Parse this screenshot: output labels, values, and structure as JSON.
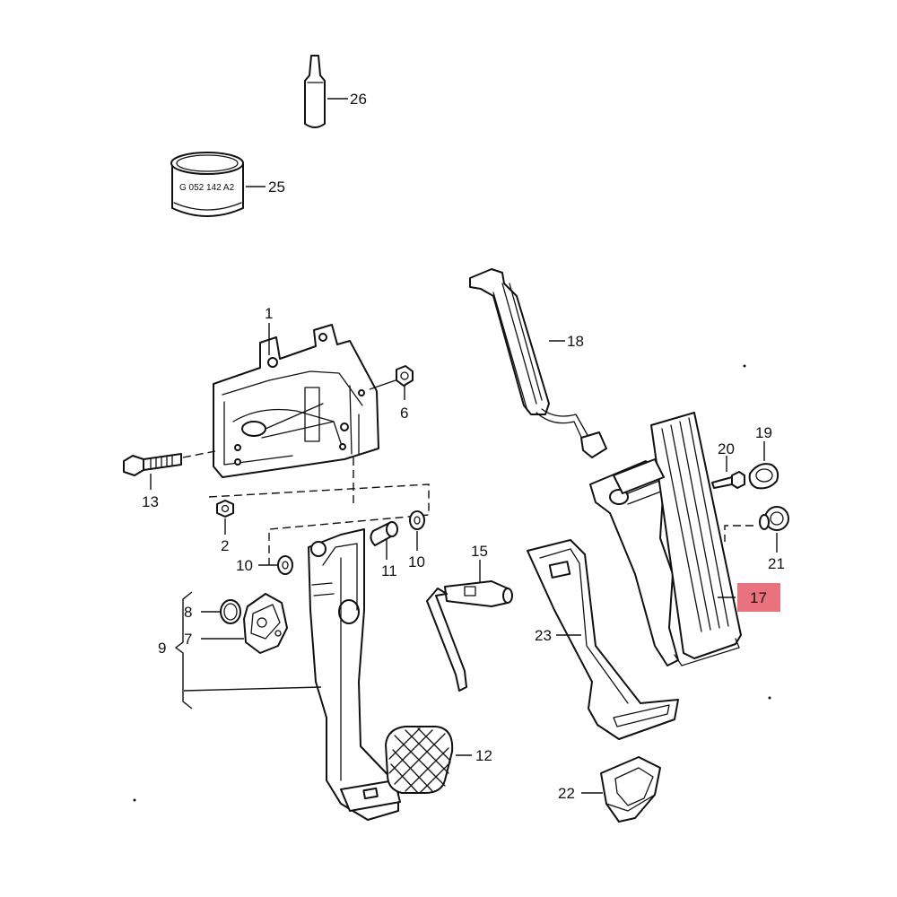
{
  "diagram": {
    "highlight_color": "#e8727e",
    "callouts": [
      {
        "id": "c26",
        "text": "26"
      },
      {
        "id": "c25",
        "text": "25"
      },
      {
        "id": "c1",
        "text": "1"
      },
      {
        "id": "c6",
        "text": "6"
      },
      {
        "id": "c13",
        "text": "13"
      },
      {
        "id": "c2",
        "text": "2"
      },
      {
        "id": "c10a",
        "text": "10"
      },
      {
        "id": "c11",
        "text": "11"
      },
      {
        "id": "c10b",
        "text": "10"
      },
      {
        "id": "c15",
        "text": "15"
      },
      {
        "id": "c8",
        "text": "8"
      },
      {
        "id": "c7",
        "text": "7"
      },
      {
        "id": "c9",
        "text": "9"
      },
      {
        "id": "c12",
        "text": "12"
      },
      {
        "id": "c18",
        "text": "18"
      },
      {
        "id": "c19",
        "text": "19"
      },
      {
        "id": "c20",
        "text": "20"
      },
      {
        "id": "c21",
        "text": "21"
      },
      {
        "id": "c17",
        "text": "17"
      },
      {
        "id": "c23",
        "text": "23"
      },
      {
        "id": "c22",
        "text": "22"
      }
    ],
    "ring_marking": "G 052 142 A2",
    "highlighted_callout": "17"
  }
}
